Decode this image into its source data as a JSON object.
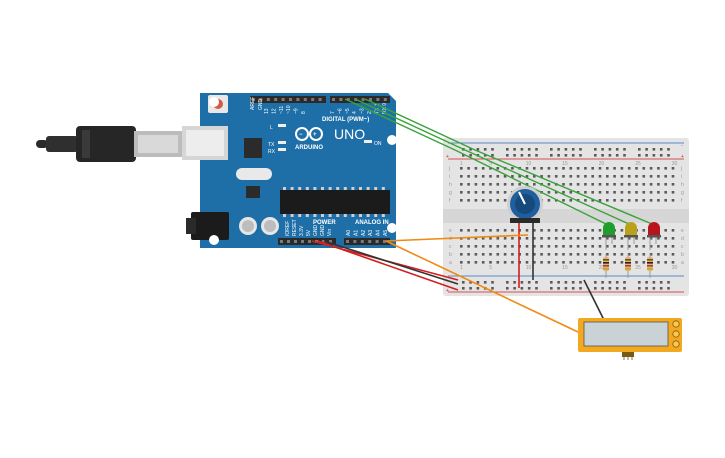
{
  "board": {
    "model_label": "UNO",
    "brand_label": "ARDUINO",
    "digital_label": "DIGITAL (PWM~)",
    "power_label": "POWER",
    "analog_label": "ANALOG IN",
    "on_label": "ON",
    "led_l_label": "L",
    "tx_label": "TX",
    "rx_label": "RX",
    "aref_label": "AREF",
    "gnd_label": "GND",
    "digital_pins": [
      "13",
      "12",
      "~11",
      "~10",
      "~9",
      "8",
      "7",
      "~6",
      "~5",
      "4",
      "~3",
      "2",
      "TX 1",
      "RX 0"
    ],
    "power_pins": [
      "IOREF",
      "RESET",
      "3.3V",
      "5V",
      "GND",
      "GND",
      "Vin"
    ],
    "analog_pins": [
      "A0",
      "A1",
      "A2",
      "A3",
      "A4",
      "A5"
    ]
  },
  "breadboard": {
    "row_letters_top": [
      "j",
      "i",
      "h",
      "g",
      "f"
    ],
    "row_letters_bottom": [
      "e",
      "d",
      "c",
      "b",
      "a"
    ],
    "column_numbers": [
      "1",
      "5",
      "10",
      "15",
      "20",
      "25",
      "30"
    ],
    "rail_plus": "+",
    "rail_minus": "-"
  },
  "components": {
    "leds": [
      {
        "name": "green-led",
        "color": "#1f9e2e"
      },
      {
        "name": "yellow-led",
        "color": "#b8a21c"
      },
      {
        "name": "red-led",
        "color": "#b8141c"
      }
    ],
    "potentiometer_color": "#1f5f9e",
    "lcd_frame_color": "#f2a81f",
    "lcd_screen_color": "#c9d3d6"
  },
  "wire_colors": {
    "signal": "#3aa33a",
    "power": "#d21f1f",
    "ground": "#333333",
    "analog": "#f08a12"
  }
}
